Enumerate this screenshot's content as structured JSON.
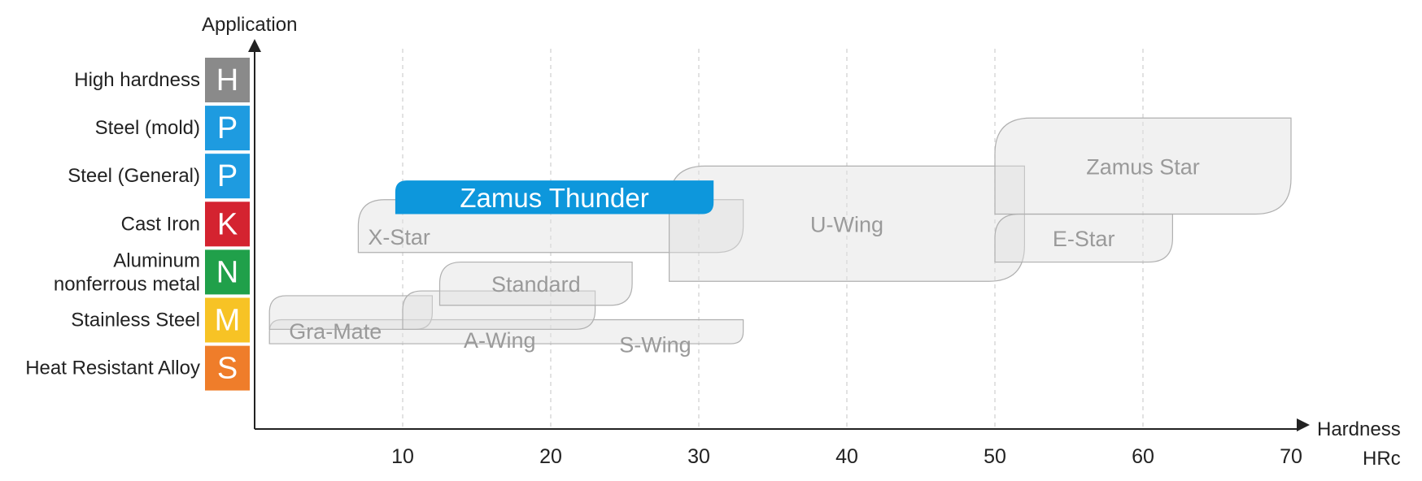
{
  "chart_data": {
    "type": "range",
    "ylabel": "Application",
    "xlabel": "Hardness",
    "xunit": "HRc",
    "xticks": [
      10,
      20,
      30,
      40,
      50,
      60,
      70
    ],
    "xlim": [
      0,
      70
    ],
    "grid": "vertical dashed",
    "categories": [
      {
        "name": "High hardness",
        "letter": "H",
        "color": "#8a8a8a"
      },
      {
        "name": "Steel (mold)",
        "letter": "P",
        "color": "#1e9be0"
      },
      {
        "name": "Steel (General)",
        "letter": "P",
        "color": "#1e9be0"
      },
      {
        "name": "Cast Iron",
        "letter": "K",
        "color": "#d42330"
      },
      {
        "name": [
          "Aluminum",
          "nonferrous metal"
        ],
        "letter": "N",
        "color": "#20a04a"
      },
      {
        "name": "Stainless Steel",
        "letter": "M",
        "color": "#f7c325"
      },
      {
        "name": "Heat Resistant Alloy",
        "letter": "S",
        "color": "#ef7d2a"
      }
    ],
    "tools": [
      {
        "name": "S-Wing",
        "hardness": [
          1,
          33
        ],
        "rows": [
          5.0,
          5.5
        ]
      },
      {
        "name": "Gra-Mate",
        "hardness": [
          1,
          12
        ],
        "rows": [
          4.5,
          5.2
        ]
      },
      {
        "name": "A-Wing",
        "hardness": [
          10,
          23
        ],
        "rows": [
          4.4,
          5.2
        ]
      },
      {
        "name": "Standard",
        "hardness": [
          12.5,
          25.5
        ],
        "rows": [
          3.8,
          4.7
        ]
      },
      {
        "name": "X-Star",
        "hardness": [
          7,
          33
        ],
        "rows": [
          2.5,
          3.6
        ]
      },
      {
        "name": "U-Wing",
        "hardness": [
          28,
          52
        ],
        "rows": [
          1.8,
          4.2
        ]
      },
      {
        "name": "E-Star",
        "hardness": [
          50,
          62
        ],
        "rows": [
          2.8,
          3.8
        ]
      },
      {
        "name": "Zamus Star",
        "hardness": [
          50,
          70
        ],
        "rows": [
          0.8,
          2.8
        ]
      },
      {
        "name": "Zamus Thunder",
        "hardness": [
          9.5,
          31
        ],
        "rows": [
          2.1,
          2.8
        ],
        "highlight": true,
        "color": "#0d97dc"
      }
    ]
  }
}
